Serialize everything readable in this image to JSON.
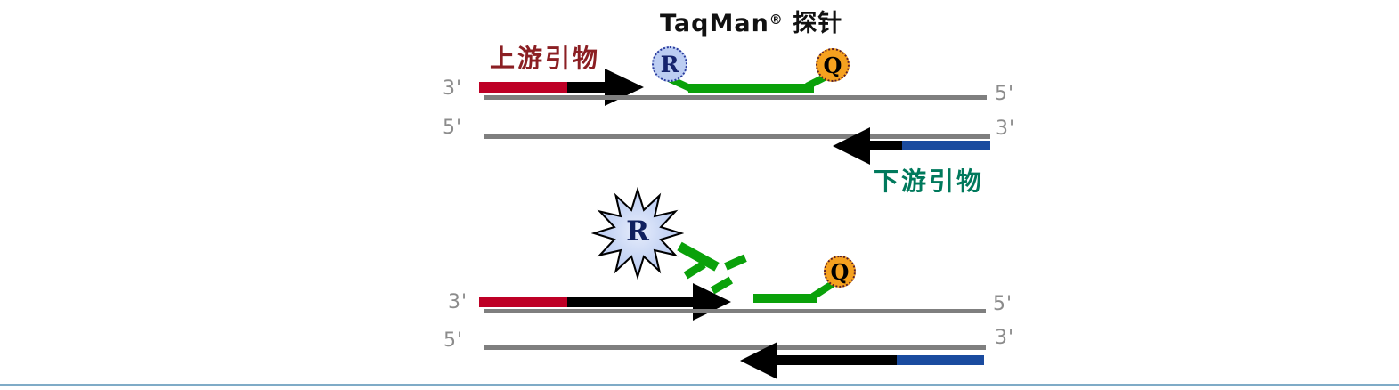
{
  "figure": {
    "title": {
      "brand": "TaqMan",
      "registered": "®",
      "suffix": " 探针"
    },
    "upstream_primer_label": "上游引物",
    "downstream_primer_label": "下游引物",
    "reporter_label": "R",
    "quencher_label": "Q",
    "three_prime": "3'",
    "five_prime": "5'"
  },
  "colors": {
    "primer_red": "#BE0026",
    "upstream_text_red": "#8B1F23",
    "downstream_text_teal": "#00795C",
    "reverse_primer_blue": "#1A4B9F",
    "probe_green": "#0AA10A",
    "reporter_fill_blue": "#BCCDF2",
    "quencher_fill_orange": "#F5A11F",
    "strand_gray": "#7F7F7F",
    "prime_label_gray": "#8C8C8C",
    "arrow_black": "#000000",
    "bottom_rule_blue": "#7FABC7"
  }
}
